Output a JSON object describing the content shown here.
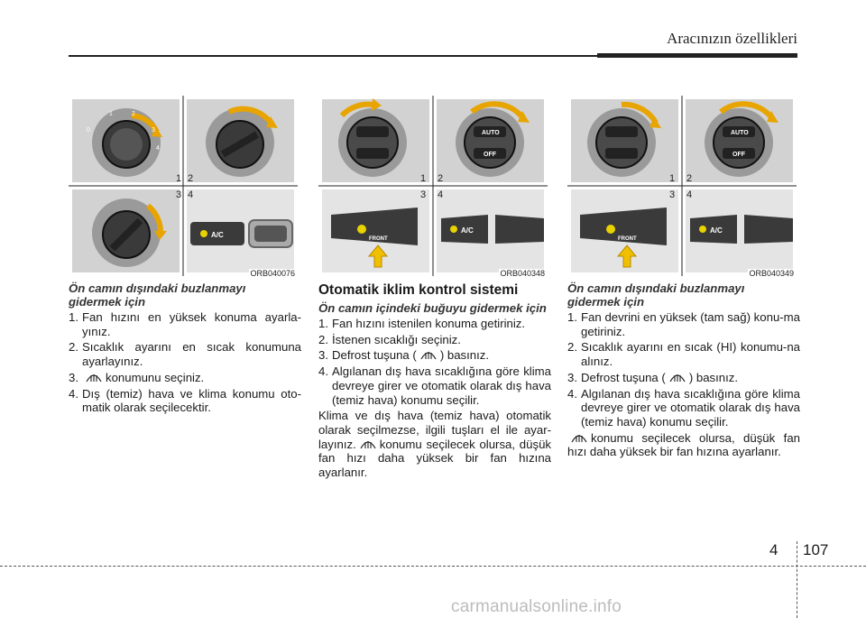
{
  "header": {
    "title": "Aracınızın özellikleri"
  },
  "figures": [
    {
      "code": "ORB040076",
      "labels": [
        "1",
        "2",
        "3",
        "4"
      ],
      "knob_marks": [
        "0",
        "1",
        "2",
        "3",
        "4"
      ],
      "button_label": "A/C"
    },
    {
      "code": "ORB040348",
      "labels": [
        "1",
        "2",
        "3",
        "4"
      ],
      "button_labels": [
        "AUTO",
        "OFF",
        "FRONT",
        "A/C"
      ]
    },
    {
      "code": "ORB040349",
      "labels": [
        "1",
        "2",
        "3",
        "4"
      ],
      "button_labels": [
        "AUTO",
        "OFF",
        "FRONT",
        "A/C"
      ]
    }
  ],
  "col1": {
    "subhead": "Ön camın dışındaki buzlanmayı gidermek için",
    "items": [
      {
        "n": "1.",
        "text": "Fan hızını en yüksek konuma ayarla-yınız."
      },
      {
        "n": "2.",
        "text": "Sıcaklık ayarını en sıcak konumuna ayarlayınız."
      },
      {
        "n": "3.",
        "text": "konumunu seçiniz."
      },
      {
        "n": "4.",
        "text": "Dış (temiz) hava ve klima konumu oto-matik olarak seçilecektir."
      }
    ]
  },
  "col2": {
    "title": "Otomatik iklim kontrol sistemi",
    "subhead": "Ön camın içindeki buğuyu gidermek için",
    "items": [
      {
        "n": "1.",
        "text": "Fan hızını istenilen konuma getiriniz."
      },
      {
        "n": "2.",
        "text": "İstenen sıcaklığı seçiniz."
      },
      {
        "n": "3.",
        "pre": "Defrost tuşuna (",
        "post": ") basınız."
      },
      {
        "n": "4.",
        "text": "Algılanan dış hava sıcaklığına göre klima devreye girer ve otomatik olarak dış hava (temiz hava) konumu seçilir."
      }
    ],
    "para_pre": "Klima ve dış hava (temiz hava) otomatik olarak seçilmezse, ilgili tuşları el ile ayar-layınız.",
    "para_post": "konumu seçilecek olursa, düşük fan hızı daha yüksek bir fan hızına ayarlanır."
  },
  "col3": {
    "subhead": "Ön camın dışındaki buzlanmayı gidermek için",
    "items": [
      {
        "n": "1.",
        "text": "Fan devrini en yüksek (tam sağ) konu-ma getiriniz."
      },
      {
        "n": "2.",
        "text": "Sıcaklık ayarını en sıcak (HI) konumu-na alınız."
      },
      {
        "n": "3.",
        "pre": "Defrost tuşuna (",
        "post": ") basınız."
      },
      {
        "n": "4.",
        "text": "Algılanan dış hava sıcaklığına göre klima devreye girer ve otomatik olarak dış hava (temiz hava) konumu seçilir."
      }
    ],
    "para_post": "konumu seçilecek olursa, düşük fan hızı daha yüksek bir fan hızına ayarlanır."
  },
  "footer": {
    "chapter": "4",
    "page": "107",
    "watermark": "carmanualsonline.info"
  }
}
